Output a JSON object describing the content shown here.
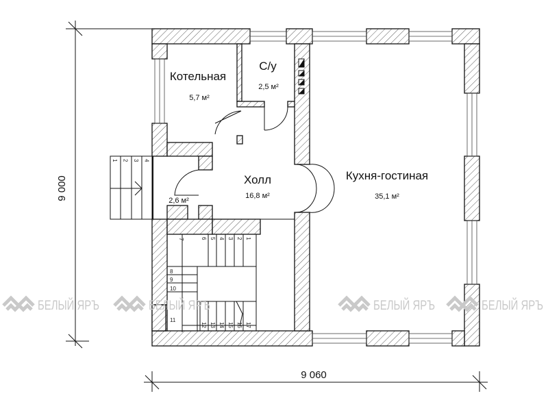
{
  "rooms": {
    "boiler": {
      "name": "Котельная",
      "area": "5,7 м²"
    },
    "bathroom": {
      "name": "С/у",
      "area": "2,5 м²"
    },
    "hall": {
      "name": "Холл",
      "area": "16,8 м²"
    },
    "kitchen_living": {
      "name": "Кухня-гостиная",
      "area": "35,1 м²"
    },
    "vestibule": {
      "area": "2,6 м²"
    }
  },
  "dimensions": {
    "height": "9 000",
    "width": "9 060"
  },
  "porch_steps": [
    "1",
    "2",
    "3",
    "4"
  ],
  "stair_steps": [
    "1",
    "2",
    "3",
    "4",
    "5",
    "6",
    "7",
    "8",
    "9",
    "10",
    "11",
    "12",
    "13",
    "14",
    "15",
    "16",
    "17"
  ],
  "watermark": {
    "text": "БЕЛЫЙ ЯРЪ"
  },
  "colors": {
    "wall": "#111111",
    "watermark": "#c9c9c9"
  }
}
